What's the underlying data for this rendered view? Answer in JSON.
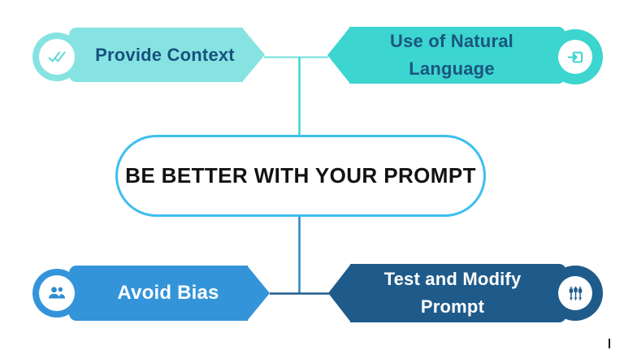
{
  "title": {
    "text": "BE BETTER WITH YOUR PROMPT",
    "color": "#121212",
    "border_color": "#3EBEEF"
  },
  "connectors": {
    "top_horizontal_color": "#6FDEDA",
    "top_vertical_color": "#3CD5CF",
    "bottom_vertical_color": "#2E86C1",
    "bottom_horizontal_color": "#1F5B8A"
  },
  "nodes": [
    {
      "label": "Provide Context",
      "icon": "double-check-icon",
      "fill": "#86E3E1",
      "label_color": "#17527E",
      "icon_color": "#58D8D4"
    },
    {
      "label": "Use of Natural Language",
      "icon": "enter-box-icon",
      "fill": "#3CD5CF",
      "label_color": "#1A5680",
      "icon_color": "#3CD5CF"
    },
    {
      "label": "Avoid Bias",
      "icon": "people-icon",
      "fill": "#3494D9",
      "label_color": "#FFFFFF",
      "icon_color": "#2F8CCE"
    },
    {
      "label": "Test and Modify Prompt",
      "icon": "sliders-icon",
      "fill": "#1F5B8A",
      "label_color": "#FFFFFF",
      "icon_color": "#1F5B8A"
    }
  ]
}
